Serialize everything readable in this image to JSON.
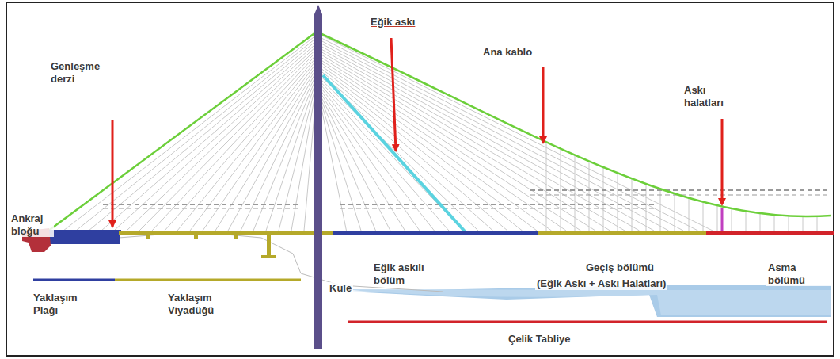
{
  "diagram": {
    "labels": [
      "Genleşme derzi",
      "Eğik askı",
      "Ana kablo",
      "Askı halatları",
      "Ankraj bloğu",
      "Eğik askılı bölüm",
      "Geçiş bölümü",
      "(Eğik Askı + Askı Halatları)",
      "Asma bölümü",
      "Yaklaşım Plağı",
      "Yaklaşım Viyadüğü",
      "Kule",
      "Çelik Tabliye"
    ]
  }
}
